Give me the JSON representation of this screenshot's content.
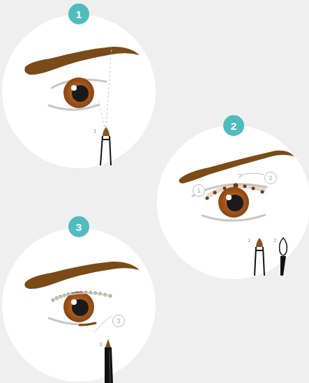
{
  "diagram": {
    "nodes": [
      {
        "text": [
          "1"
        ]
      },
      {
        "text": [
          "2"
        ]
      },
      {
        "text": [
          "1"
        ]
      },
      {
        "text": [
          "2"
        ]
      },
      {
        "text": [
          "3"
        ]
      },
      {
        "text": [
          "3"
        ]
      }
    ],
    "labels": [
      "1",
      "1",
      "2",
      "3"
    ]
  }
}
